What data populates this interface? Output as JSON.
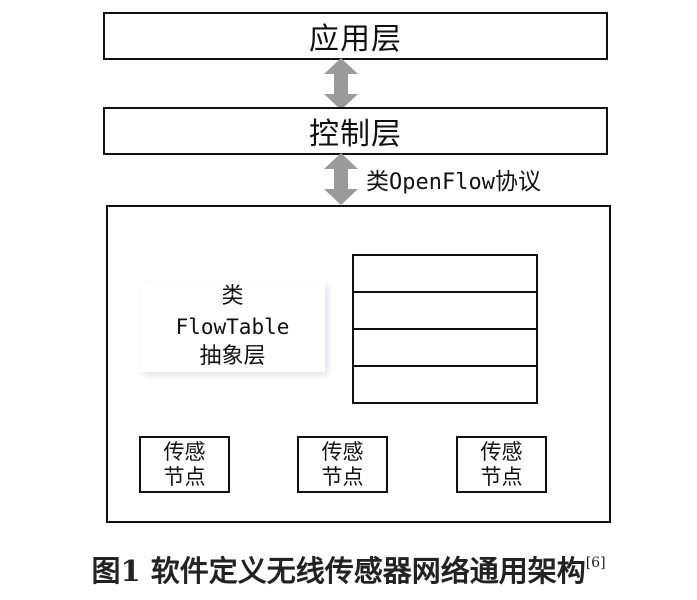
{
  "diagram": {
    "app_layer": "应用层",
    "control_layer": "控制层",
    "protocol": {
      "prefix": "类",
      "name": "OpenFlow",
      "suffix": "协议"
    },
    "abstraction": {
      "line1": "类",
      "line2": "FlowTable",
      "line3": "抽象层"
    },
    "flow_table_rows": 4,
    "nodes": [
      {
        "line1": "传感",
        "line2": "节点"
      },
      {
        "line1": "传感",
        "line2": "节点"
      },
      {
        "line1": "传感",
        "line2": "节点"
      }
    ],
    "arrow_color": "#9a9a9a"
  },
  "caption": {
    "text": "图1 软件定义无线传感器网络通用架构",
    "ref": "[6]"
  }
}
